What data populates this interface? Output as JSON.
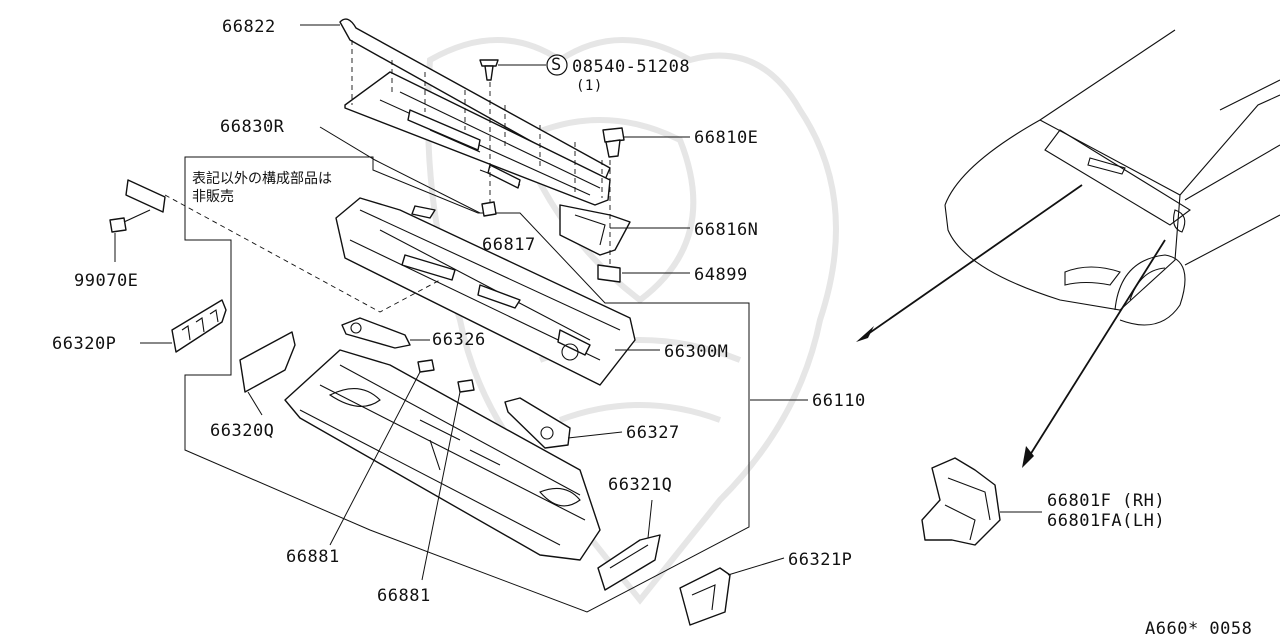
{
  "labels": {
    "p66822": "66822",
    "p08540": "08540-51208",
    "p08540_qty": "(1)",
    "p08540_symbol": "S",
    "p66830R": "66830R",
    "p66810E": "66810E",
    "note_line1": "表記以外の構成部品は",
    "note_line2": "非販売",
    "p66817": "66817",
    "p66816N": "66816N",
    "p64899": "64899",
    "p99070E": "99070E",
    "p66320P": "66320P",
    "p66326": "66326",
    "p66300M": "66300M",
    "p66110": "66110",
    "p66320Q": "66320Q",
    "p66327": "66327",
    "p66321Q": "66321Q",
    "p66881a": "66881",
    "p66881b": "66881",
    "p66321P": "66321P",
    "p66801F": "66801F (RH)",
    "p66801FA": "66801FA(LH)",
    "diagram_code": "A660* 0058"
  }
}
